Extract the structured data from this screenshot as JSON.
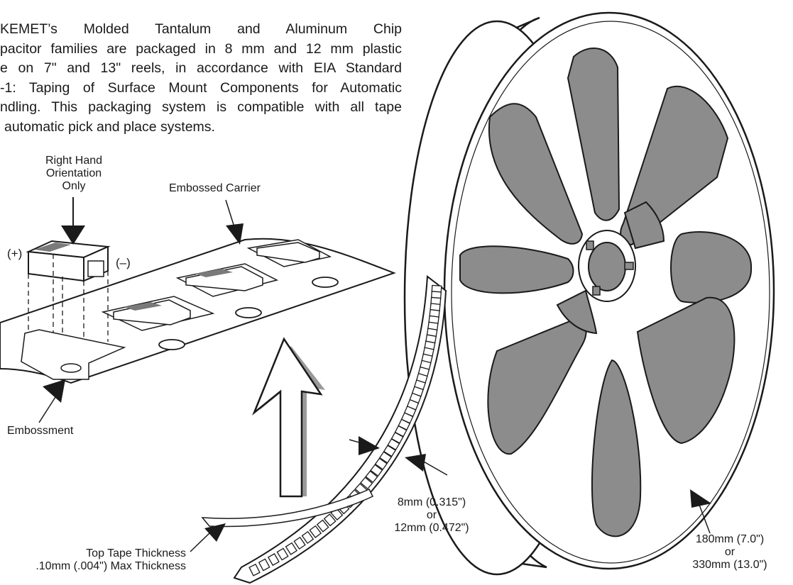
{
  "intro": {
    "lines": [
      "KEMET’s Molded Tantalum and Aluminum Chip",
      "pacitor families are packaged in 8 mm and 12 mm plastic",
      "e on 7\" and 13\" reels, in accordance with EIA Standard",
      "-1: Taping of Surface Mount Components for Automatic",
      "ndling. This packaging system is compatible with all tape",
      "automatic pick and place systems."
    ]
  },
  "labels": {
    "orientation": [
      "Right Hand",
      "Orientation",
      "Only"
    ],
    "embossed_carrier": "Embossed Carrier",
    "plus": "(+)",
    "minus": "(–)",
    "embossment": "Embossment",
    "tape_width": [
      "8mm (0.315\")",
      "or",
      "12mm (0.472\")"
    ],
    "top_tape": [
      "Top Tape Thickness",
      ".10mm (.004\") Max Thickness"
    ],
    "reel_size": [
      "180mm (7.0\")",
      "or",
      "330mm (13.0\")"
    ]
  },
  "colors": {
    "line": "#1a1a1a",
    "fill_gray": "#8c8c8c",
    "stripe": "#7a7a7a",
    "white": "#ffffff"
  }
}
